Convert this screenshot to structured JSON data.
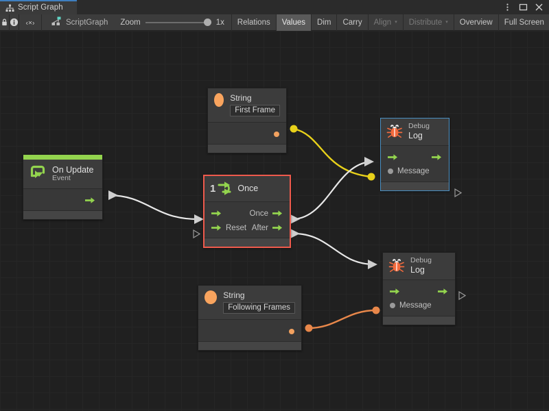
{
  "window": {
    "tab_label": "Script Graph",
    "tab_icon": "graph-hierarchy-icon",
    "controls": [
      {
        "name": "kebab-menu-icon",
        "label": "⋮"
      },
      {
        "name": "maximize-icon",
        "label": "□"
      },
      {
        "name": "close-icon",
        "label": "✕"
      }
    ]
  },
  "toolbar": {
    "icons": [
      {
        "name": "lock-icon",
        "label": "lock"
      },
      {
        "name": "info-icon",
        "label": "info"
      },
      {
        "name": "code-icon",
        "label": "<×>"
      }
    ],
    "breadcrumb_icon": "scriptgraph-icon",
    "breadcrumb_label": "ScriptGraph",
    "zoom_label": "Zoom",
    "zoom_value": "1x",
    "buttons": [
      {
        "name": "relations-button",
        "label": "Relations",
        "state": "normal"
      },
      {
        "name": "values-button",
        "label": "Values",
        "state": "active"
      },
      {
        "name": "dim-button",
        "label": "Dim",
        "state": "normal"
      },
      {
        "name": "carry-button",
        "label": "Carry",
        "state": "normal"
      },
      {
        "name": "align-dropdown",
        "label": "Align",
        "state": "disabled",
        "caret": "▾"
      },
      {
        "name": "distribute-dropdown",
        "label": "Distribute",
        "state": "disabled",
        "caret": "▾"
      },
      {
        "name": "overview-button",
        "label": "Overview",
        "state": "normal"
      },
      {
        "name": "fullscreen-button",
        "label": "Full Screen",
        "state": "normal"
      }
    ]
  },
  "graph": {
    "nodes": {
      "on_update": {
        "title": "On Update",
        "subtitle": "Event",
        "icon": "event-loop-icon",
        "accent_color": "#93d44e",
        "output_port": "trigger-output"
      },
      "string_first_frame": {
        "title": "String",
        "value": "First Frame",
        "icon": "string-value-icon",
        "output_port": "value-output"
      },
      "string_following_frames": {
        "title": "String",
        "value": "Following Frames",
        "icon": "string-value-icon",
        "output_port": "value-output"
      },
      "once": {
        "title": "Once",
        "icon": "once-repeat-icon",
        "badge": "1",
        "selected": "red",
        "inputs": [
          {
            "label": ""
          },
          {
            "label": "Reset"
          }
        ],
        "outputs": [
          {
            "label": "Once"
          },
          {
            "label": "After"
          }
        ]
      },
      "debug_log_top": {
        "subtitle": "Debug",
        "title": "Log",
        "icon": "bug-icon",
        "selected": "blue",
        "message_label": "Message"
      },
      "debug_log_bottom": {
        "subtitle": "Debug",
        "title": "Log",
        "icon": "bug-icon",
        "selected": "none",
        "message_label": "Message"
      }
    },
    "colors": {
      "flow_wire": "#e8e8e8",
      "value_wire_yellow": "#e8d11a",
      "value_wire_orange": "#e8874a",
      "accent_green": "#93d44e",
      "string_orange": "#f9a45e",
      "selection_red": "#ef5a4c",
      "selection_blue": "#4a90c4",
      "canvas_bg": "#202020"
    }
  }
}
